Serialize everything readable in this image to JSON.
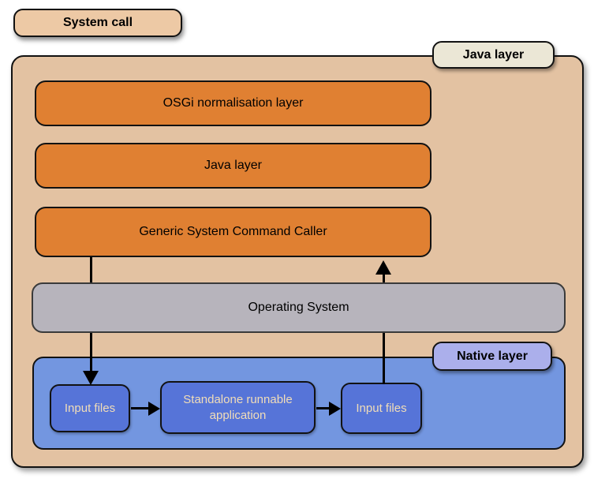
{
  "labels": {
    "system_call": "System call",
    "java_layer_tab": "Java layer",
    "native_layer_tab": "Native layer",
    "osgi_layer": "OSGi normalisation layer",
    "java_layer_box": "Java layer",
    "generic_caller": "Generic System Command Caller",
    "operating_system": "Operating System",
    "input_files_left": "Input files",
    "standalone_app": "Standalone runnable application",
    "input_files_right": "Input files"
  },
  "colors": {
    "page-bg": "#ffffff",
    "system-call-fill": "#edc9a5",
    "container-fill": "#e3c2a2",
    "java-tab-fill": "#ebe7d6",
    "native-tab-fill": "#abafeb",
    "orange-fill": "#e08032",
    "os-fill": "#b7b4bc",
    "blue-container-fill": "#7396e0",
    "blue-box-fill": "#5674d8",
    "cream-text": "#f1ddb8",
    "line-color": "#000000"
  }
}
